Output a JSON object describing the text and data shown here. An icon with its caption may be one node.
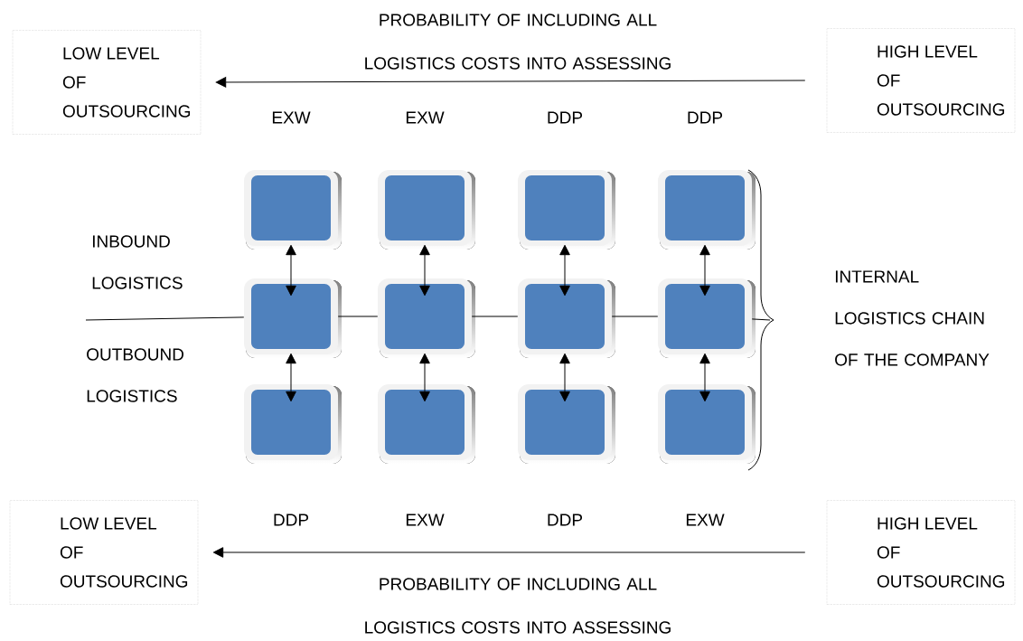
{
  "diagram": {
    "nodes": [
      {
        "text": [
          "LOW LEVEL OF OUTSOURCING"
        ]
      },
      {
        "text": [
          "HIGH LEVEL OF OUTSOURCING"
        ]
      },
      {
        "text": [],
        "shape": "box"
      },
      {
        "text": [],
        "shape": "box"
      },
      {
        "text": [],
        "shape": "box"
      },
      {
        "text": [],
        "shape": "box"
      },
      {
        "text": [],
        "shape": "box"
      },
      {
        "text": [],
        "shape": "box"
      },
      {
        "text": [],
        "shape": "box"
      },
      {
        "text": [],
        "shape": "box"
      },
      {
        "text": [],
        "shape": "box"
      },
      {
        "text": [],
        "shape": "box"
      },
      {
        "text": [],
        "shape": "box"
      },
      {
        "text": [],
        "shape": "box"
      },
      {
        "text": [
          "LOW LEVEL OF OUTSOURCING"
        ]
      },
      {
        "text": [
          "HIGH LEVEL OF OUTSOURCING"
        ]
      }
    ],
    "edges": [
      {
        "from": 1,
        "to": 0,
        "arrow": "to",
        "label": "PROBABILITY OF INCLUDING ALL LOGISTICS COSTS INTO ASSESSING"
      },
      {
        "from": 15,
        "to": 14,
        "arrow": "to",
        "label": "PROBABILITY OF INCLUDING ALL LOGISTICS COSTS INTO ASSESSING"
      },
      {
        "from": 2,
        "to": 6,
        "arrow": "both"
      },
      {
        "from": 3,
        "to": 7,
        "arrow": "both"
      },
      {
        "from": 4,
        "to": 8,
        "arrow": "both"
      },
      {
        "from": 5,
        "to": 9,
        "arrow": "both"
      },
      {
        "from": 6,
        "to": 10,
        "arrow": "both"
      },
      {
        "from": 7,
        "to": 11,
        "arrow": "both"
      },
      {
        "from": 8,
        "to": 12,
        "arrow": "both"
      },
      {
        "from": 9,
        "to": 13,
        "arrow": "both"
      },
      {
        "from": null,
        "to": 6,
        "arrow": "none"
      },
      {
        "from": 6,
        "to": 7,
        "arrow": "none"
      },
      {
        "from": 7,
        "to": 8,
        "arrow": "none"
      },
      {
        "from": 8,
        "to": 9,
        "arrow": "none"
      },
      {
        "from": 9,
        "to": null,
        "arrow": "none"
      }
    ],
    "labels": [
      "EXW",
      "EXW",
      "DDP",
      "DDP",
      "INBOUND LOGISTICS",
      "INTERNAL LOGISTICS CHAIN OF THE COMPANY",
      "OUTBOUND LOGISTICS",
      "DDP",
      "EXW",
      "DDP",
      "EXW"
    ]
  }
}
